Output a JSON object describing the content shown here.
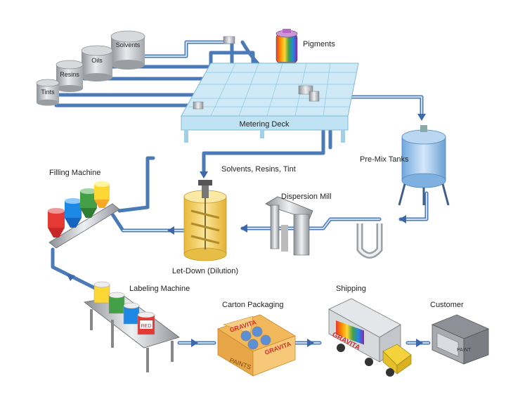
{
  "tanks": {
    "solvents": "Solvents",
    "oils": "Oils",
    "resins": "Resins",
    "tints": "Tints"
  },
  "pigments": "Pigments",
  "metering_deck": "Metering Deck",
  "solvents_resins_tint": "Solvents, Resins, Tint",
  "pre_mix_tanks": "Pre-Mix Tanks",
  "filling_machine": "Filling Machine",
  "dispersion_mill": "Dispersion Mill",
  "let_down": "Let-Down (Dilution)",
  "labeling_machine": "Labeling Machine",
  "carton_packaging": "Carton Packaging",
  "shipping": "Shipping",
  "customer": "Customer",
  "can_label": "RED",
  "brand": "GRAVITA",
  "box_text": "PAINTS",
  "store_sign": "PAINT",
  "colors": {
    "pipe": "#4a7ab8",
    "deck": "#bfe3f3",
    "yellow_tank": "#f7d86a",
    "pre_mix": "#9cc7ec",
    "carton": "#f2b85c"
  }
}
